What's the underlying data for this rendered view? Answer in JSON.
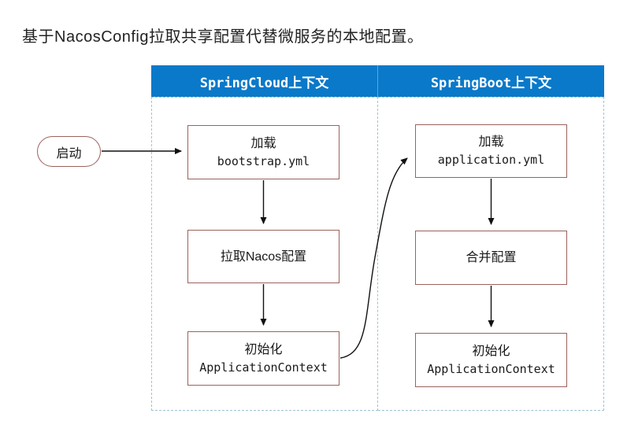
{
  "title": "基于NacosConfig拉取共享配置代替微服务的本地配置。",
  "diagram": {
    "start": {
      "label": "启动"
    },
    "columns": [
      {
        "header": "SpringCloud上下文",
        "boxes": [
          {
            "line1": "加载",
            "line2": "bootstrap.yml"
          },
          {
            "line1": "拉取Nacos配置"
          },
          {
            "line1": "初始化",
            "line2": "ApplicationContext"
          }
        ]
      },
      {
        "header": "SpringBoot上下文",
        "boxes": [
          {
            "line1": "加载",
            "line2": "application.yml"
          },
          {
            "line1": "合并配置"
          },
          {
            "line1": "初始化",
            "line2": "ApplicationContext"
          }
        ]
      }
    ]
  },
  "colors": {
    "header_bg": "#0a79c9",
    "header_text": "#ffffff",
    "box_border": "#9a625e",
    "lane_dashed_border": "#9fc3d2",
    "arrow": "#111111",
    "title_text": "#222222"
  }
}
